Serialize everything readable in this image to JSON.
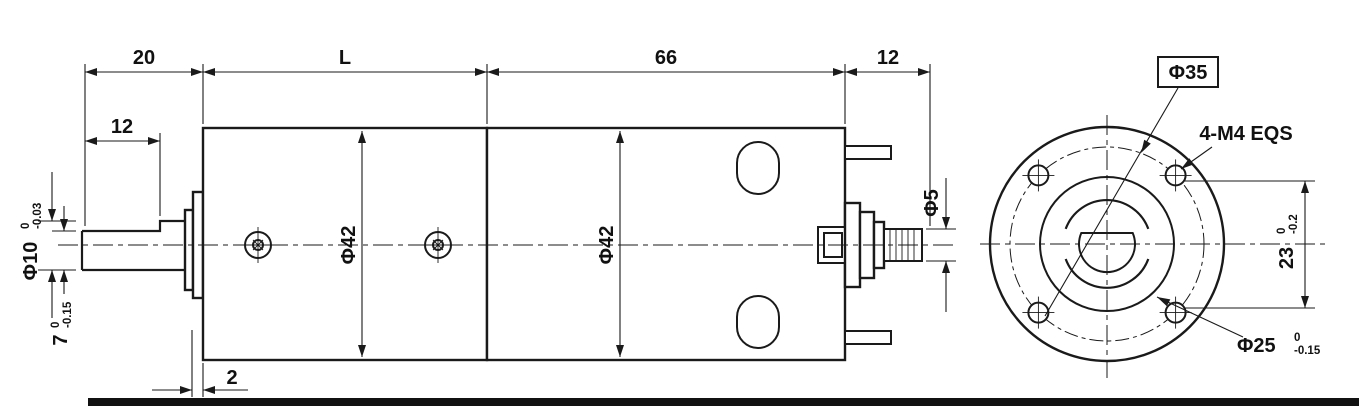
{
  "side_view": {
    "top_dims": {
      "front": "20",
      "gearbox": "L",
      "motor": "66",
      "rear_shaft": "12"
    },
    "shaft_flat_length": "12",
    "shaft_diameter": {
      "label": "Φ10",
      "tol_upper": "0",
      "tol_lower": "-0.03"
    },
    "shaft_flat_height": {
      "label": "7",
      "tol_upper": "0",
      "tol_lower": "-0.15"
    },
    "gearbox_diameter": "Φ42",
    "motor_diameter": "Φ42",
    "rear_shaft_diameter": "Φ5",
    "front_plate_offset": "2"
  },
  "front_view": {
    "bolt_circle": "Φ35",
    "mounting_holes": "4-M4 EQS",
    "width_across": {
      "label": "23",
      "tol_upper": "0",
      "tol_lower": "-0.2"
    },
    "pilot_diameter": {
      "label": "Φ25",
      "tol_upper": "0",
      "tol_lower": "-0.15"
    }
  },
  "colors": {
    "line": "#1a1a1a",
    "background": "#ffffff"
  }
}
